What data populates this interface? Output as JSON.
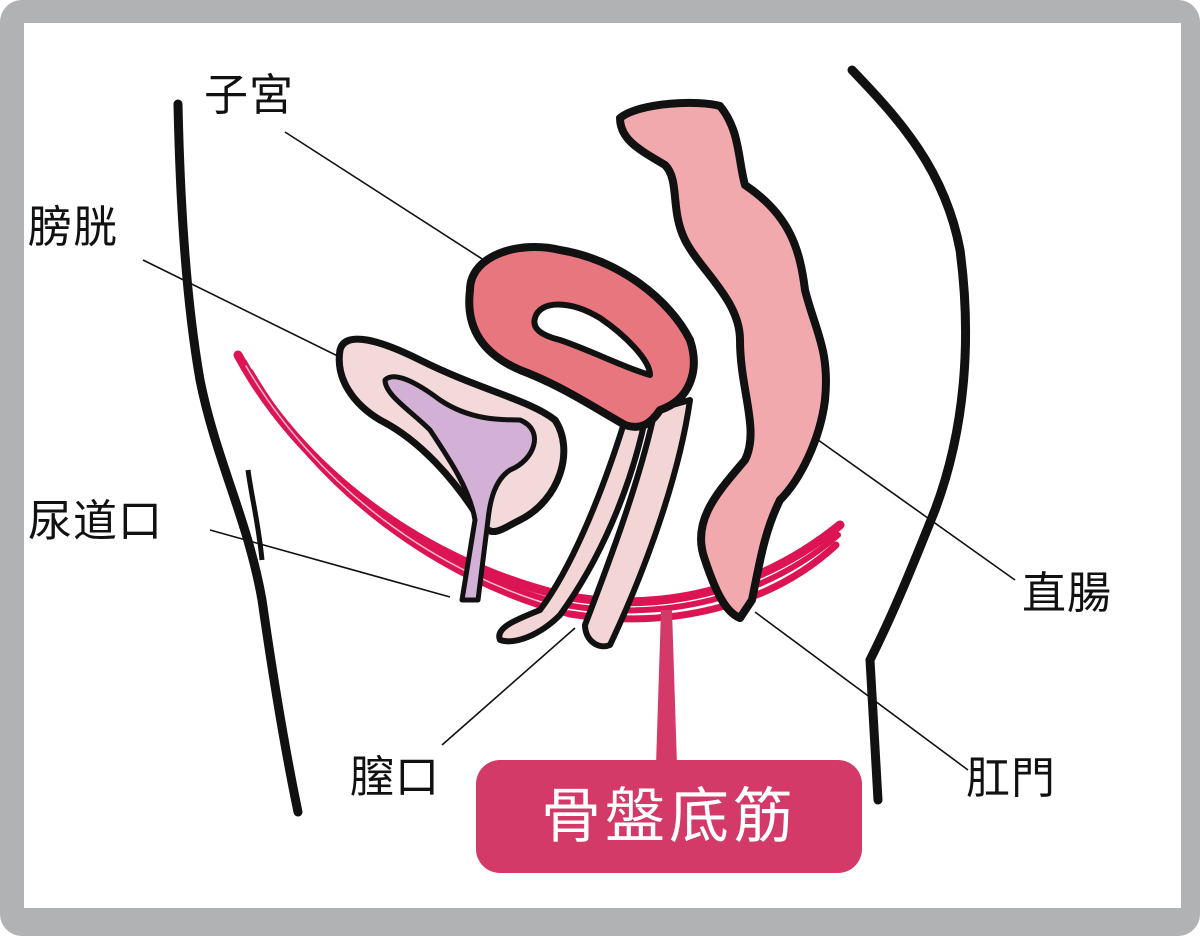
{
  "diagram": {
    "type": "anatomical-sagittal-section",
    "labels": {
      "uterus": "子宮",
      "bladder": "膀胱",
      "urethral_opening": "尿道口",
      "vaginal_opening": "膣口",
      "rectum": "直腸",
      "anus": "肛門"
    },
    "callout": {
      "pelvic_floor_muscles": "骨盤底筋"
    },
    "colors": {
      "frame": "#b1b2b4",
      "background": "#ffffff",
      "callout_fill": "#d33a68",
      "callout_text": "#ffffff",
      "uterus_fill": "#e8767e",
      "bladder_fill": "#f3d9d9",
      "bladder_inner_fill": "#d3b0d6",
      "rectum_fill": "#f2a9ad",
      "vagina_fill": "#f3d5d5",
      "muscle_stroke": "#dc1453",
      "outline": "#111111"
    }
  }
}
